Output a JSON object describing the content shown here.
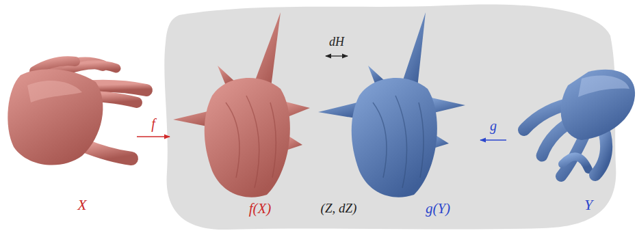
{
  "diagram": {
    "nodes": [
      {
        "text": [
          "X"
        ]
      },
      {
        "text": [
          "(Z, dZ)"
        ]
      },
      {
        "text": [
          "f(X)"
        ],
        "in": 1
      },
      {
        "text": [
          "g(Y)"
        ],
        "in": 1
      },
      {
        "text": [
          "Y"
        ]
      }
    ],
    "edges": [
      {
        "from": 0,
        "to": 2,
        "label": "f",
        "arrow": "to"
      },
      {
        "from": 4,
        "to": 3,
        "label": "g",
        "arrow": "to"
      },
      {
        "from": 2,
        "to": 3,
        "label": "dH",
        "arrow": "both"
      }
    ]
  }
}
